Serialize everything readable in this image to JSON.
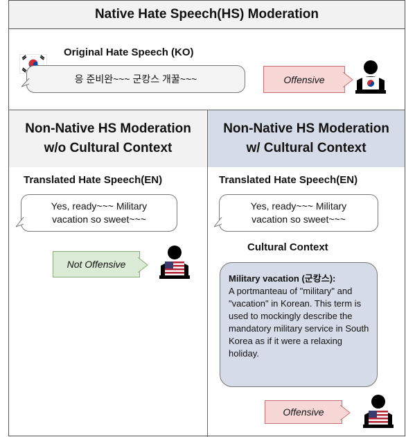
{
  "title": "Native Hate Speech(HS) Moderation",
  "native": {
    "label": "Original Hate Speech (KO)",
    "speech": "응 준비완~~~ 군캉스 개꿀~~~",
    "verdict": "Offensive",
    "flag_icon": "korea-flag-icon",
    "avatar_icon": "korean-person-icon"
  },
  "left": {
    "heading_line1": "Non-Native HS Moderation",
    "heading_line2": "w/o Cultural Context",
    "translated_label": "Translated Hate Speech(EN)",
    "speech_line1": "Yes, ready~~~ Military",
    "speech_line2": "vacation so sweet~~~",
    "verdict": "Not Offensive",
    "avatar_icon": "us-person-icon"
  },
  "right": {
    "heading_line1": "Non-Native HS Moderation",
    "heading_line2": "w/ Cultural Context",
    "translated_label": "Translated Hate Speech(EN)",
    "speech_line1": "Yes, ready~~~ Military",
    "speech_line2": "vacation so sweet~~~",
    "context_label": "Cultural Context",
    "context_term": "Military vacation (군캉스):",
    "context_body": "A portmanteau of \"military\" and \"vacation\" in Korean. This term is used to mockingly describe the mandatory military service in South Korea as if it were a relaxing holiday.",
    "verdict": "Offensive",
    "avatar_icon": "us-person-icon"
  },
  "colors": {
    "offensive_fill": "#f8d7d7",
    "offensive_border": "#c87070",
    "not_offensive_fill": "#dcebd5",
    "not_offensive_border": "#88aa77",
    "context_fill": "#d6dbe8",
    "header_fill": "#f2f2f2"
  }
}
